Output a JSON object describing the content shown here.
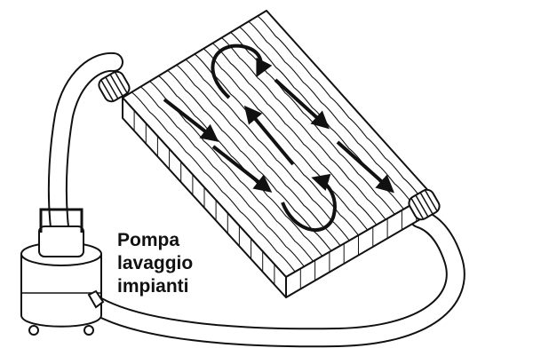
{
  "label": {
    "lines": [
      "Pompa",
      "lavaggio",
      "impianti"
    ]
  },
  "colors": {
    "stroke": "#111111",
    "fill": "#ffffff"
  }
}
